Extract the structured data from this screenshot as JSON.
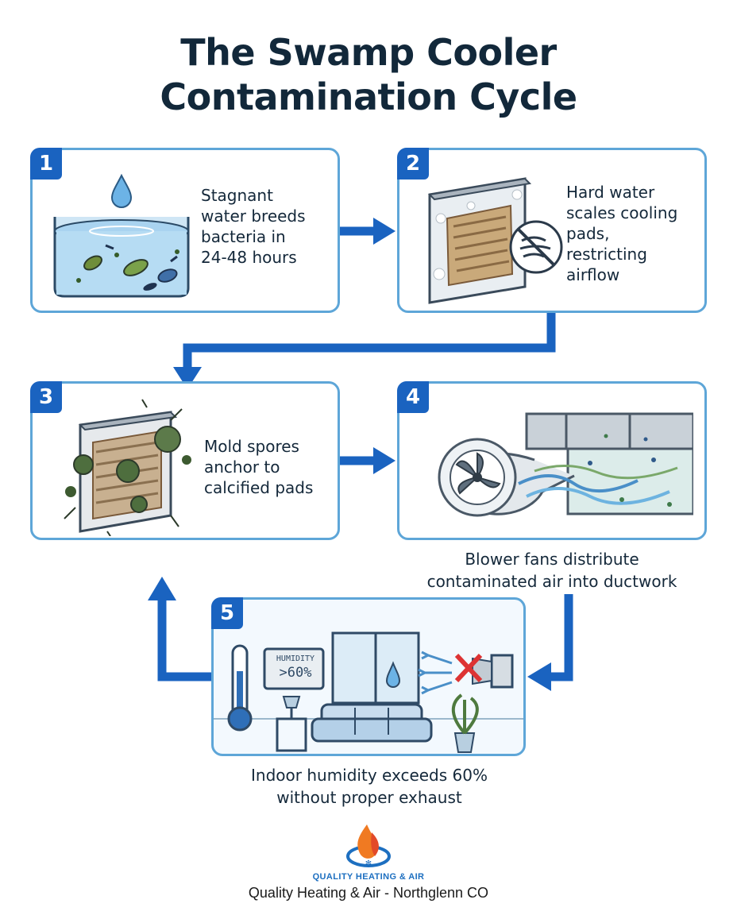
{
  "title": {
    "line1": "The Swamp Cooler",
    "line2": "Contamination Cycle"
  },
  "steps": [
    {
      "number": "1",
      "lines": [
        "Stagnant",
        "water breeds",
        "bacteria in",
        "24-48 hours"
      ]
    },
    {
      "number": "2",
      "lines": [
        "Hard water",
        "scales cooling",
        "pads,",
        "restricting",
        "airflow"
      ]
    },
    {
      "number": "3",
      "lines": [
        "Mold spores",
        "anchor to",
        "calcified pads"
      ]
    },
    {
      "number": "4",
      "lines": [
        "Blower fans distribute",
        "contaminated air into ductwork"
      ]
    },
    {
      "number": "5",
      "lines": [
        "Indoor humidity exceeds 60%",
        "without proper exhaust"
      ]
    }
  ],
  "humidity_display": {
    "label": "HUMIDITY",
    "value": ">60%"
  },
  "brand": {
    "logo_text": "QUALITY HEATING & AIR",
    "footer": "Quality Heating & Air - Northglenn CO"
  },
  "colors": {
    "arrow": "#1a63c0",
    "card_border": "#5ea6d8",
    "title": "#12283a",
    "badge": "#1a63c0"
  }
}
